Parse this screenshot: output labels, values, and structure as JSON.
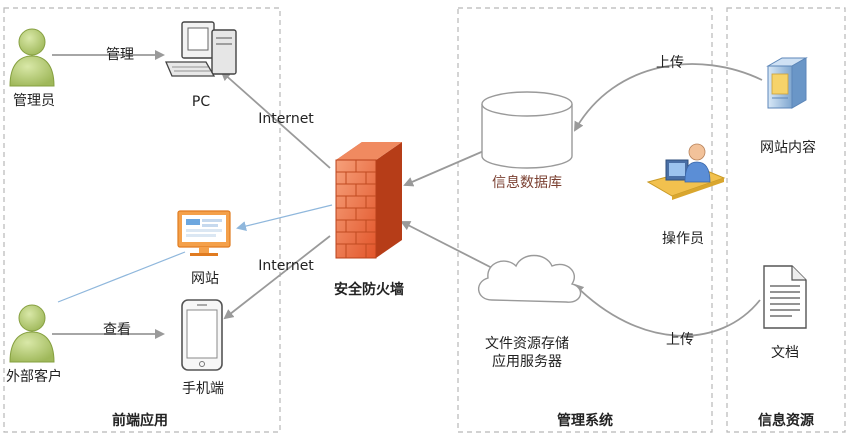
{
  "sections": {
    "front": "前端应用",
    "management": "管理系统",
    "resources": "信息资源"
  },
  "nodes": {
    "admin": "管理员",
    "pc": "PC",
    "website": "网站",
    "external_client": "外部客户",
    "mobile": "手机端",
    "firewall": "安全防火墙",
    "info_db": "信息数据库",
    "operator": "操作员",
    "file_server_line1": "文件资源存储",
    "file_server_line2": "应用服务器",
    "site_content": "网站内容",
    "document": "文档"
  },
  "edges": {
    "manage": "管理",
    "view": "查看",
    "internet_top": "Internet",
    "internet_bottom": "Internet",
    "upload_top": "上传",
    "upload_bottom": "上传"
  }
}
